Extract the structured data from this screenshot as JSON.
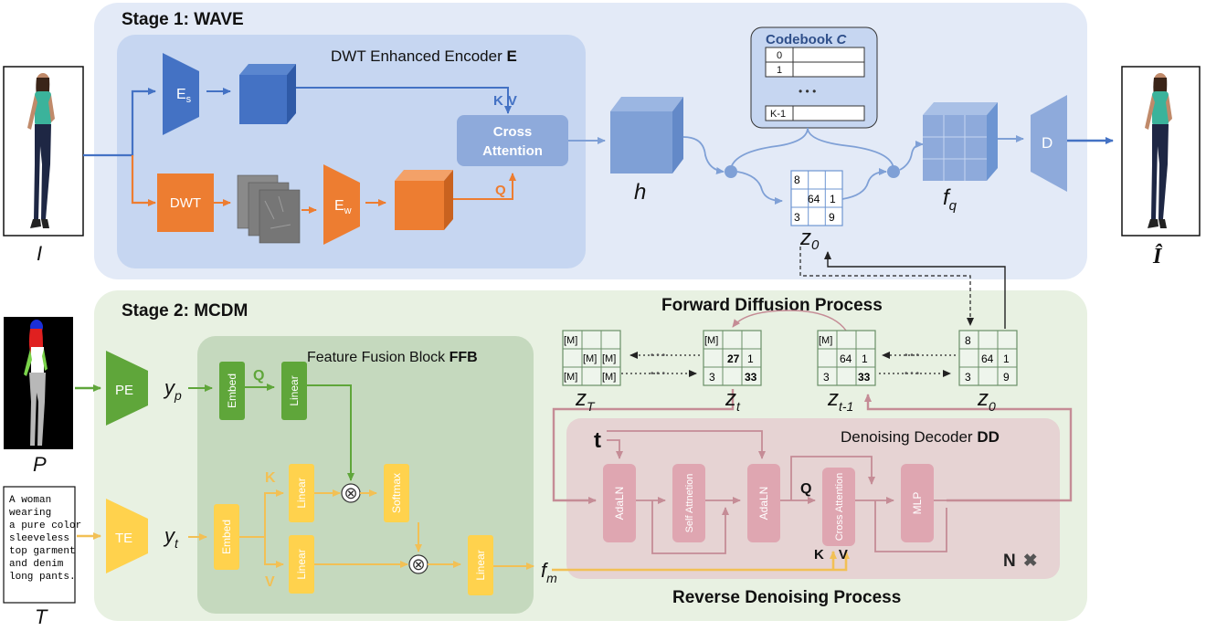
{
  "stage1": {
    "title": "Stage 1: WAVE"
  },
  "stage2": {
    "title": "Stage 2: MCDM"
  },
  "encoder": {
    "title_prefix": "DWT Enhanced Encoder ",
    "title_bold": "E"
  },
  "es": {
    "label": "E",
    "sub": "s"
  },
  "ew": {
    "label": "E",
    "sub": "w"
  },
  "dwt": {
    "label": "DWT"
  },
  "kv_top": {
    "k": "K",
    "v": "V"
  },
  "q_orange": "Q",
  "cross_attention": {
    "line1": "Cross",
    "line2": "Attention"
  },
  "h_label": "h",
  "codebook": {
    "title_prefix": "Codebook ",
    "title_italic": "C",
    "rows": [
      "0",
      "1",
      "K-1"
    ],
    "dots": "• • •"
  },
  "decoder": {
    "label": "D"
  },
  "fq": {
    "main": "f",
    "sub": "q"
  },
  "z0_top": {
    "main": "z",
    "sub": "0",
    "cells": [
      "8",
      "",
      "",
      "",
      "64",
      "1",
      "3",
      "",
      "9"
    ]
  },
  "input_I": "I",
  "output_I": "Î",
  "pose_P": "P",
  "text_T": "T",
  "text_prompt_lines": [
    "A woman",
    "wearing",
    "a pure color",
    "sleeveless",
    "top garment",
    "and denim",
    "long pants."
  ],
  "pe": {
    "label": "PE"
  },
  "te": {
    "label": "TE"
  },
  "yp": {
    "main": "y",
    "sub": "p"
  },
  "yt": {
    "main": "y",
    "sub": "t"
  },
  "ffb": {
    "title_prefix": "Feature Fusion Block ",
    "title_bold": "FFB"
  },
  "embed": "Embed",
  "linear": "Linear",
  "softmax": "Softmax",
  "q_green": "Q",
  "k_yellow": "K",
  "v_yellow": "V",
  "fm": {
    "main": "f",
    "sub": "m"
  },
  "forward_title": "Forward Diffusion Process",
  "reverse_title": "Reverse Denoising Process",
  "zT": {
    "main": "z",
    "sub": "T",
    "cells": [
      "[M]",
      "",
      "",
      "",
      "[M]",
      "[M]",
      "[M]",
      "[M]",
      ""
    ]
  },
  "zt": {
    "main": "z",
    "sub": "t",
    "cells": [
      "[M]",
      "",
      "",
      "",
      "27",
      "1",
      "3",
      "",
      "33"
    ]
  },
  "zt1": {
    "main": "z",
    "sub": "t-1",
    "cells": [
      "[M]",
      "",
      "",
      "",
      "64",
      "1",
      "3",
      "33",
      ""
    ]
  },
  "z0_bottom": {
    "main": "z",
    "sub": "0",
    "cells": [
      "8",
      "",
      "",
      "",
      "64",
      "1",
      "3",
      "",
      "9"
    ]
  },
  "dots": "• • •",
  "dd": {
    "title_prefix": "Denoising Decoder ",
    "title_bold": "DD"
  },
  "t_label": "t",
  "adaln": "AdaLN",
  "self_attention": "Self Attnetion",
  "cross_attention_dd": "Cross Attention",
  "mlp": "MLP",
  "q_dd": "Q",
  "kv_dd": {
    "k": "K",
    "v": "V"
  },
  "n_times": {
    "n": "N",
    "x": "✖"
  },
  "otimes": "⊗",
  "colors": {
    "stage1_bg": "#e3eaf7",
    "encoder_bg": "#c6d6f1",
    "blue_dark": "#4472c4",
    "blue_mid": "#6d95d2",
    "blue_light": "#8eaadb",
    "orange": "#ed7d31",
    "stage2_bg": "#e8f1e2",
    "ffb_bg": "#c5d9be",
    "green": "#5fa63a",
    "yellow": "#ffd24d",
    "dd_bg": "#e6d3d3",
    "pink": "#dfa6b1",
    "pink_line": "#c58c96",
    "yellow_line": "#f2c96b",
    "grid_fill": "#eef5ec",
    "grid_stroke": "#6a8f68",
    "grid_blue": "#6d95d2"
  }
}
